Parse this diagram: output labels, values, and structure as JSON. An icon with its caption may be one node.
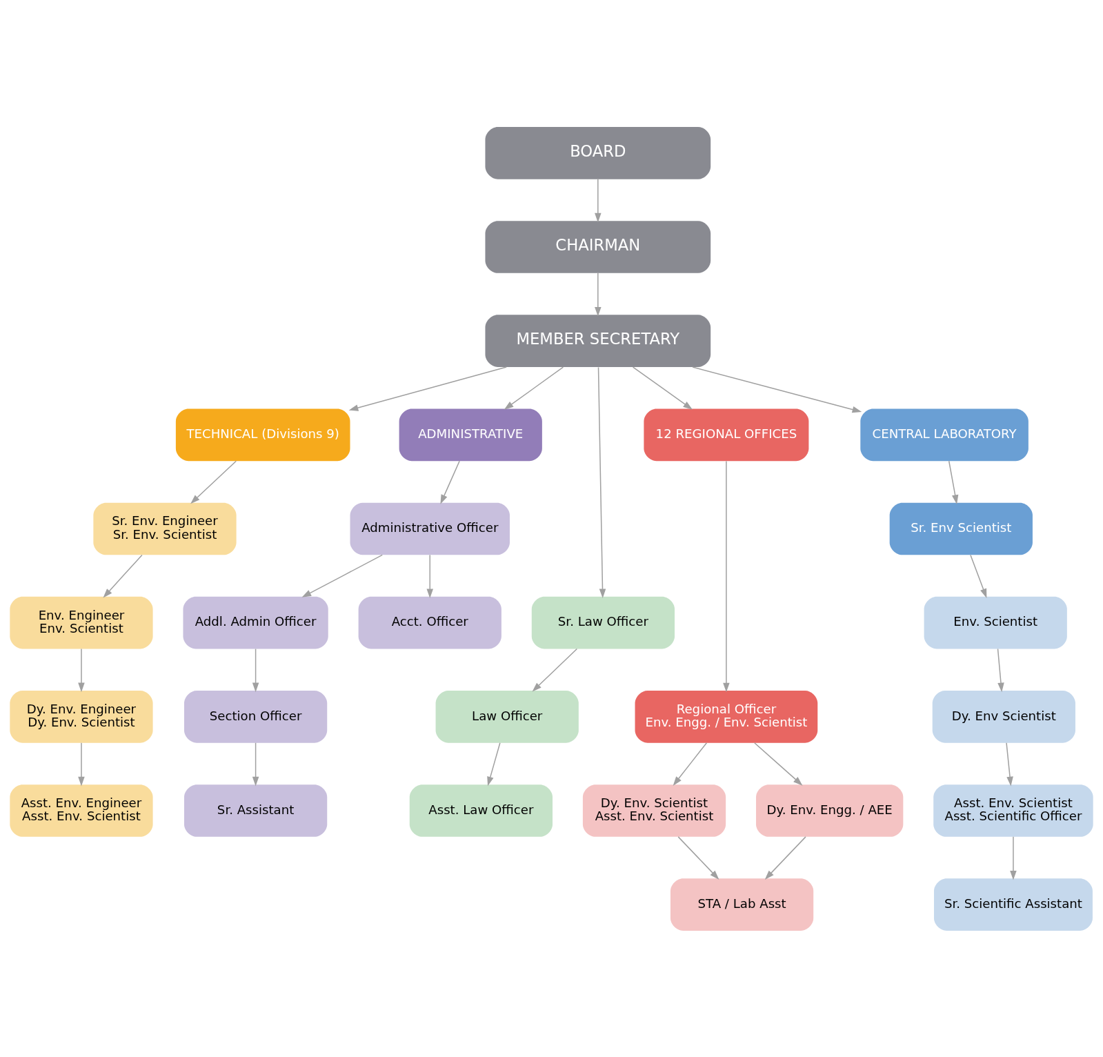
{
  "diagram": {
    "nodes": [
      {
        "text": [
          "BOARD"
        ]
      },
      {
        "text": [
          "CHAIRMAN"
        ]
      },
      {
        "text": [
          "MEMBER SECRETARY"
        ]
      },
      {
        "text": [
          "TECHNICAL (Divisions 9)"
        ]
      },
      {
        "text": [
          "ADMINISTRATIVE"
        ]
      },
      {
        "text": [
          "12 REGIONAL OFFICES"
        ]
      },
      {
        "text": [
          "CENTRAL LABORATORY"
        ]
      },
      {
        "text": [
          "Sr. Env. Engineer",
          "Sr. Env. Scientist"
        ]
      },
      {
        "text": [
          "Administrative Officer"
        ]
      },
      {
        "text": [
          "Sr. Env Scientist"
        ]
      },
      {
        "text": [
          "Env. Engineer",
          "Env. Scientist"
        ]
      },
      {
        "text": [
          "Addl. Admin Officer"
        ]
      },
      {
        "text": [
          "Acct. Officer"
        ]
      },
      {
        "text": [
          "Sr. Law Officer"
        ]
      },
      {
        "text": [
          "Env. Scientist"
        ]
      },
      {
        "text": [
          "Dy. Env. Engineer",
          "Dy. Env. Scientist"
        ]
      },
      {
        "text": [
          "Section Officer"
        ]
      },
      {
        "text": [
          "Law Officer"
        ]
      },
      {
        "text": [
          "Regional Officer",
          "Env. Engg. / Env. Scientist"
        ]
      },
      {
        "text": [
          "Dy. Env Scientist"
        ]
      },
      {
        "text": [
          "Asst. Env. Engineer",
          "Asst. Env. Scientist"
        ]
      },
      {
        "text": [
          "Sr. Assistant"
        ]
      },
      {
        "text": [
          "Asst. Law Officer"
        ]
      },
      {
        "text": [
          "Dy. Env. Scientist",
          "Asst. Env. Scientist"
        ]
      },
      {
        "text": [
          "Dy. Env. Engg. / AEE"
        ]
      },
      {
        "text": [
          "Asst. Env. Scientist",
          "Asst. Scientific Officer"
        ]
      },
      {
        "text": [
          "STA / Lab Asst"
        ]
      },
      {
        "text": [
          "Sr. Scientific Assistant"
        ]
      }
    ],
    "edges": [
      {
        "from": 0,
        "to": 1,
        "arrow": "to"
      },
      {
        "from": 1,
        "to": 2,
        "arrow": "to"
      },
      {
        "from": 2,
        "to": 3,
        "arrow": "to"
      },
      {
        "from": 2,
        "to": 4,
        "arrow": "to"
      },
      {
        "from": 2,
        "to": 13,
        "arrow": "to"
      },
      {
        "from": 2,
        "to": 5,
        "arrow": "to"
      },
      {
        "from": 2,
        "to": 6,
        "arrow": "to"
      },
      {
        "from": 3,
        "to": 7,
        "arrow": "to"
      },
      {
        "from": 7,
        "to": 10,
        "arrow": "to"
      },
      {
        "from": 10,
        "to": 15,
        "arrow": "to"
      },
      {
        "from": 15,
        "to": 20,
        "arrow": "to"
      },
      {
        "from": 4,
        "to": 8,
        "arrow": "to"
      },
      {
        "from": 8,
        "to": 11,
        "arrow": "to"
      },
      {
        "from": 8,
        "to": 12,
        "arrow": "to"
      },
      {
        "from": 11,
        "to": 16,
        "arrow": "to"
      },
      {
        "from": 16,
        "to": 21,
        "arrow": "to"
      },
      {
        "from": 13,
        "to": 17,
        "arrow": "to"
      },
      {
        "from": 17,
        "to": 22,
        "arrow": "to"
      },
      {
        "from": 5,
        "to": 18,
        "arrow": "to"
      },
      {
        "from": 18,
        "to": 23,
        "arrow": "to"
      },
      {
        "from": 18,
        "to": 24,
        "arrow": "to"
      },
      {
        "from": 23,
        "to": 26,
        "arrow": "to"
      },
      {
        "from": 24,
        "to": 26,
        "arrow": "to"
      },
      {
        "from": 6,
        "to": 9,
        "arrow": "to"
      },
      {
        "from": 9,
        "to": 14,
        "arrow": "to"
      },
      {
        "from": 14,
        "to": 19,
        "arrow": "to"
      },
      {
        "from": 19,
        "to": 25,
        "arrow": "to"
      },
      {
        "from": 25,
        "to": 27,
        "arrow": "to"
      }
    ]
  }
}
